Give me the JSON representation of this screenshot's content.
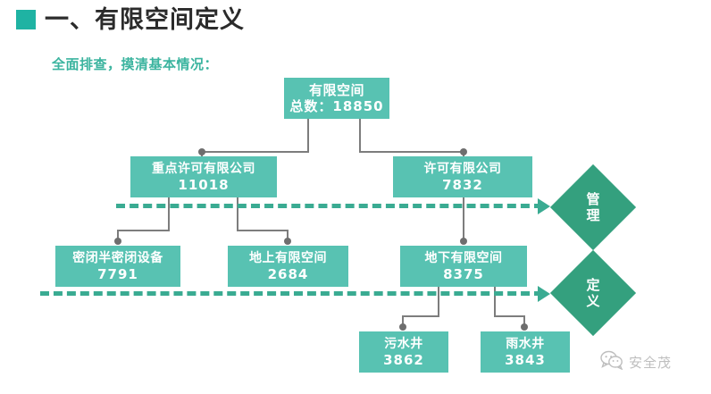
{
  "header": {
    "marker_color": "#1fb3a3",
    "title": "一、有限空间定义",
    "subtitle": "全面排查，摸清基本情况："
  },
  "theme": {
    "node_color": "#58c2b2",
    "diamond_color": "#34a07e",
    "dash_color": "#3aab92",
    "connector_color": "#7d7d7d"
  },
  "diagram": {
    "type": "tree",
    "nodes": {
      "root": {
        "title": "有限空间",
        "value": "总数：18850"
      },
      "key": {
        "title": "重点许可有限公司",
        "value": "11018"
      },
      "lic": {
        "title": "许可有限公司",
        "value": "7832"
      },
      "sealed": {
        "title": "密闭半密闭设备",
        "value": "7791"
      },
      "above": {
        "title": "地上有限空间",
        "value": "2684"
      },
      "below": {
        "title": "地下有限空间",
        "value": "8375"
      },
      "sewage": {
        "title": "污水井",
        "value": "3862"
      },
      "rain": {
        "title": "雨水井",
        "value": "3843"
      }
    },
    "diamonds": {
      "manage": "管理",
      "define": "定义"
    }
  },
  "watermark": {
    "icon": "wechat-icon",
    "text": "安全茂"
  }
}
